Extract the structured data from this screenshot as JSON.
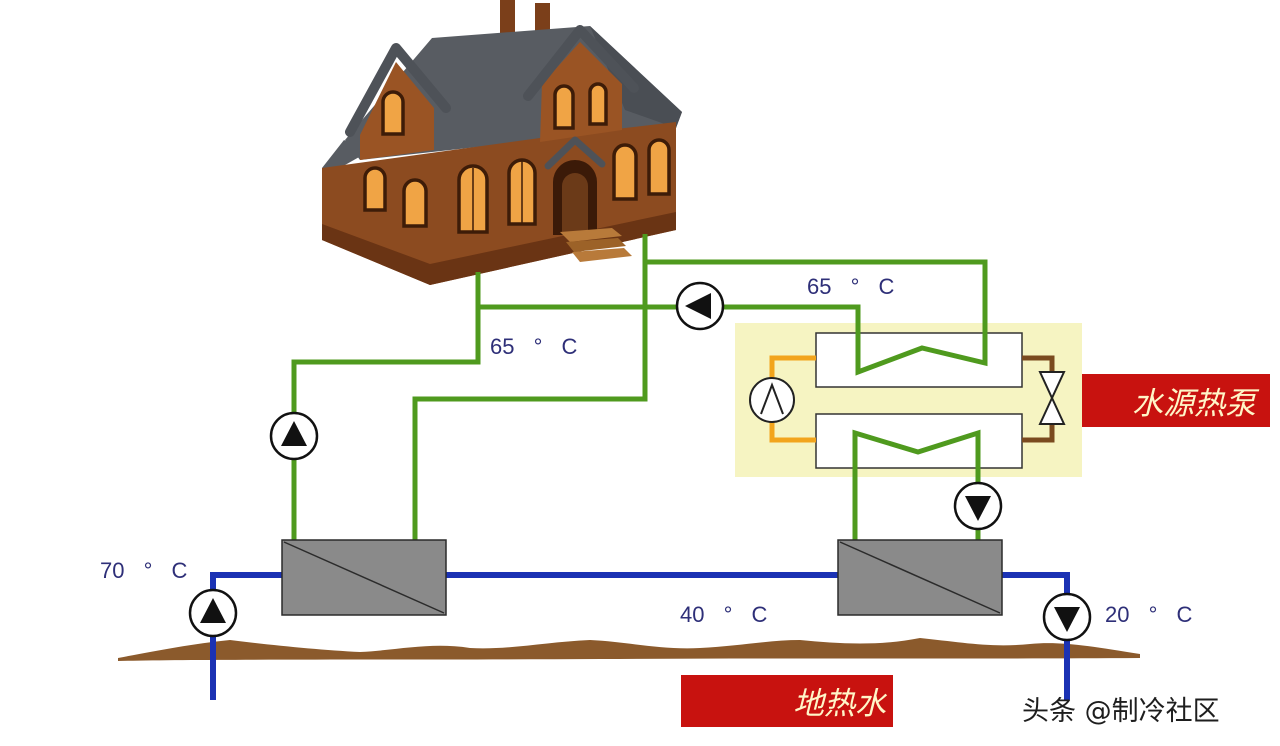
{
  "diagram": {
    "temperatures": {
      "hot_supply_right": "65 ° C",
      "hot_supply_left": "65 ° C",
      "geothermal_inlet": "70 ° C",
      "geothermal_middle": "40 ° C",
      "geothermal_outlet": "20 ° C"
    },
    "labels": {
      "heat_pump": "水源热泵",
      "geothermal_water": "地热水"
    },
    "watermark": "头条 @制冷社区"
  },
  "colors": {
    "heating_loop": "#4f9a1e",
    "geothermal_loop": "#1b32b4",
    "refrigerant_hot": "#f2a41c",
    "refrigerant_cold": "#7a4a1f",
    "heat_pump_panel": "#f6f4c2",
    "label_background": "#c8120f",
    "label_text": "#fff6c8",
    "temperature_text": "#2e2f78"
  }
}
